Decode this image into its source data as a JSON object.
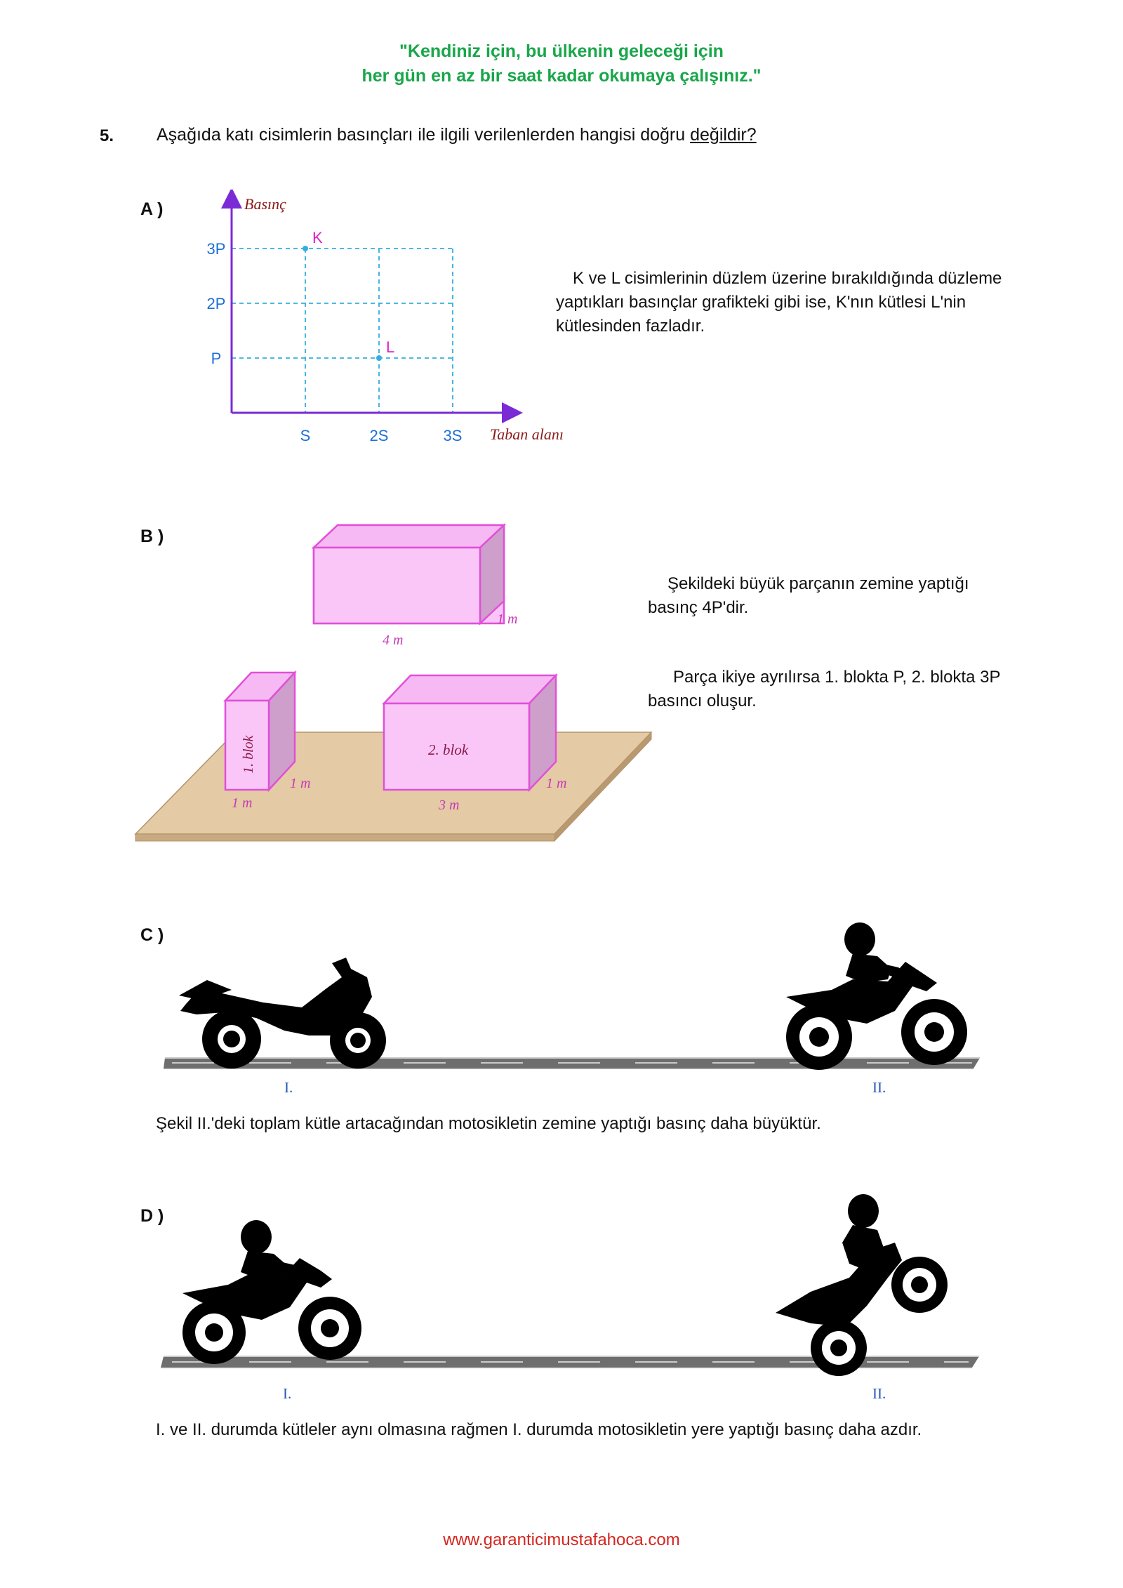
{
  "header": {
    "quote_line1": "\"Kendiniz için, bu ülkenin geleceği için",
    "quote_line2": "her gün en az bir saat kadar okumaya çalışınız.\""
  },
  "question": {
    "number": "5.",
    "text_main": "Aşağıda katı cisimlerin basınçları ile ilgili verilenlerden hangisi doğru ",
    "text_underlined": "değildir?"
  },
  "option_a": {
    "label": "A )",
    "chart_data": {
      "type": "scatter",
      "ylabel": "Basınç",
      "xlabel": "Taban alanı",
      "y_ticks": [
        "P",
        "2P",
        "3P"
      ],
      "x_ticks": [
        "S",
        "2S",
        "3S"
      ],
      "points": [
        {
          "label": "K",
          "x": "S",
          "y": "3P"
        },
        {
          "label": "L",
          "x": "2S",
          "y": "P"
        }
      ],
      "grid": "dashed"
    },
    "text": "K ve L cisimlerinin düzlem üzerine bırakıldığında düzleme yaptıkları basınçlar grafikteki gibi ise, K'nın kütlesi L'nin kütlesinden fazladır."
  },
  "option_b": {
    "label": "B )",
    "big_block": {
      "length": "4 m",
      "depth": "1 m"
    },
    "block1": {
      "name": "1. blok",
      "depth": "1 m",
      "width": "1 m"
    },
    "block2": {
      "name": "2. blok",
      "depth": "1 m",
      "width": "3 m"
    },
    "text1": "Şekildeki büyük parçanın zemine yaptığı basınç 4P'dir.",
    "text2": "Parça ikiye ayrılırsa 1. blokta P, 2. blokta 3P basıncı oluşur."
  },
  "option_c": {
    "label": "C )",
    "fig1": "I.",
    "fig2": "II.",
    "text": "Şekil II.'deki toplam kütle artacağından motosikletin zemine yaptığı basınç daha büyüktür."
  },
  "option_d": {
    "label": "D )",
    "fig1": "I.",
    "fig2": "II.",
    "text": "I. ve II. durumda kütleler aynı olmasına rağmen I. durumda motosikletin yere yaptığı basınç daha azdır."
  },
  "footer": {
    "url": "www.garanticimustafahoca.com"
  },
  "colors": {
    "quote": "#1aa64a",
    "axis_tick": "#1f6fd6",
    "axis_label": "#8b1a1a",
    "point_label": "#e020c8",
    "grid": "#35aedd",
    "block_fill": "#f9c6f7",
    "block_edge": "#e050d8",
    "footer": "#d4261f"
  }
}
